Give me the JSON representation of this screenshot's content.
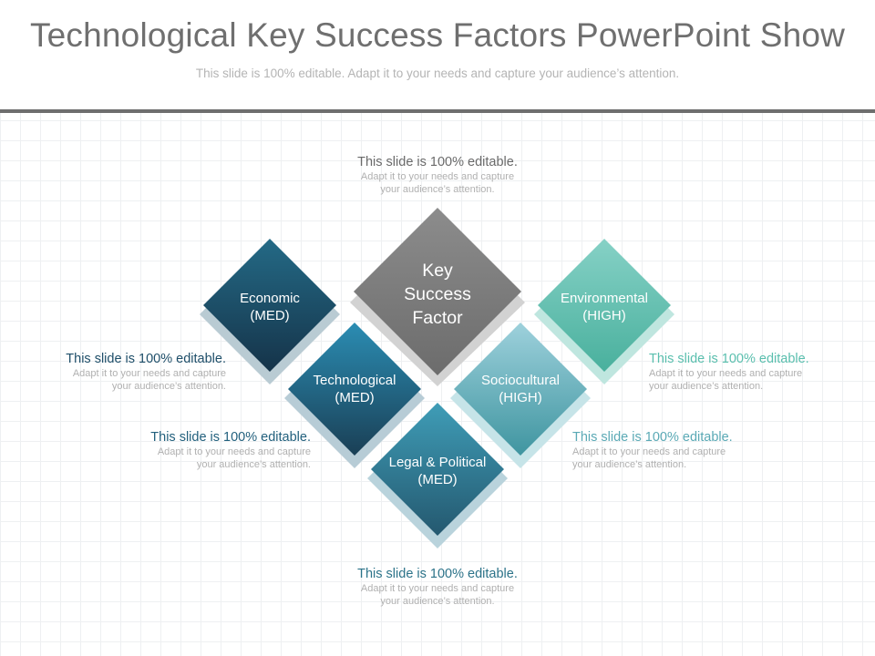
{
  "slide": {
    "title": "Technological Key Success Factors PowerPoint Show",
    "subtitle": "This slide is 100% editable. Adapt it to your needs and capture your audience’s attention."
  },
  "colors": {
    "center": "#7a7a7a",
    "economic": "#1f4d66",
    "technological": "#23607c",
    "legal": "#2c7389",
    "sociocultural": "#5aacb5",
    "environmental": "#5fbfae"
  },
  "diamonds": {
    "center": {
      "label_1": "Key",
      "label_2": "Success",
      "label_3": "Factor"
    },
    "economic": {
      "label_1": "Economic",
      "label_2": "(MED)"
    },
    "technological": {
      "label_1": "Technological",
      "label_2": "(MED)"
    },
    "legal": {
      "label_1": "Legal & Political",
      "label_2": "(MED)"
    },
    "sociocultural": {
      "label_1": "Sociocultural",
      "label_2": "(HIGH)"
    },
    "environmental": {
      "label_1": "Environmental",
      "label_2": "(HIGH)"
    }
  },
  "callouts": {
    "top": {
      "heading": "This slide is 100% editable.",
      "body_1": "Adapt it to your needs and capture",
      "body_2": "your audience’s attention."
    },
    "left_upper": {
      "heading": "This slide is 100% editable.",
      "body_1": "Adapt it to your needs and capture",
      "body_2": "your audience’s attention."
    },
    "left_lower": {
      "heading": "This slide is 100% editable.",
      "body_1": "Adapt it to your needs and capture",
      "body_2": "your audience’s attention."
    },
    "right_upper": {
      "heading": "This slide is 100% editable.",
      "body_1": "Adapt it to your needs and capture",
      "body_2": "your audience’s attention."
    },
    "right_lower": {
      "heading": "This slide is 100% editable.",
      "body_1": "Adapt it to your needs and capture",
      "body_2": "your audience’s attention."
    },
    "bottom": {
      "heading": "This slide is 100% editable.",
      "body_1": "Adapt it to your needs and capture",
      "body_2": "your audience’s attention."
    }
  }
}
